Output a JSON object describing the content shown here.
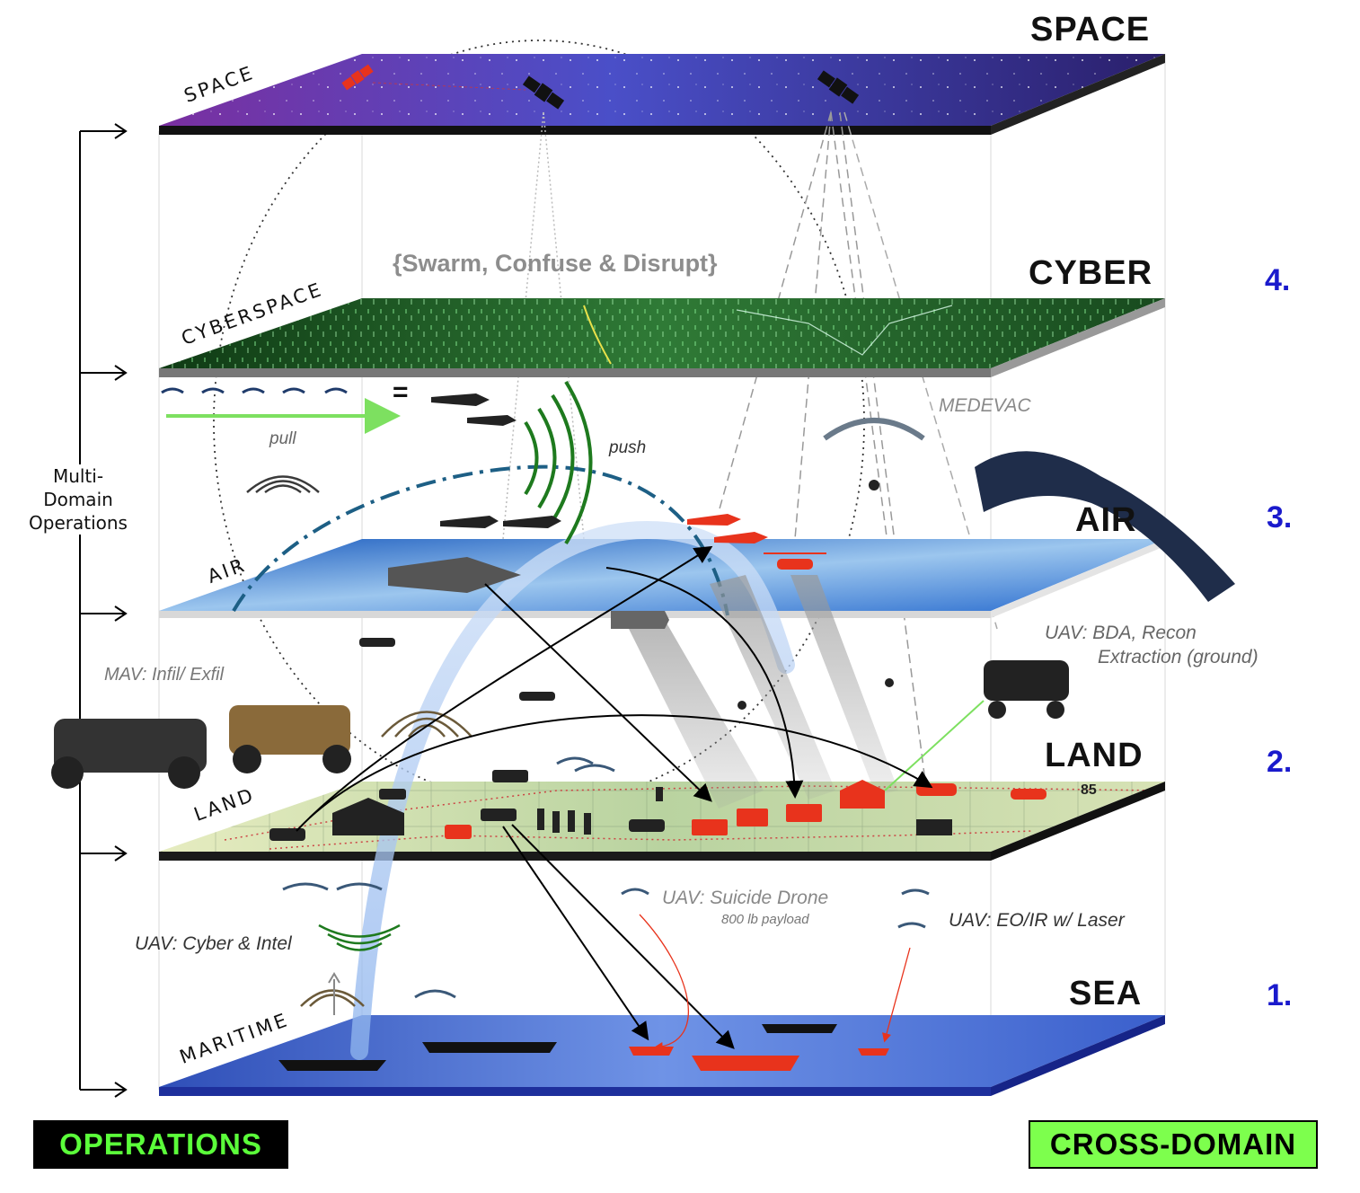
{
  "domains": {
    "space": {
      "title": "SPACE",
      "plane_label": "SPACE",
      "number": ""
    },
    "cyber": {
      "title": "CYBER",
      "plane_label": "CYBERSPACE",
      "number": "4."
    },
    "air": {
      "title": "AIR",
      "plane_label": "AIR",
      "number": "3."
    },
    "land": {
      "title": "LAND",
      "plane_label": "LAND",
      "number": "2."
    },
    "sea": {
      "title": "SEA",
      "plane_label": "MARITIME",
      "number": "1."
    }
  },
  "left_bracket_label": [
    "Multi-",
    "Domain",
    "Operations"
  ],
  "callouts": {
    "swarm": "{Swarm, Confuse & Disrupt}",
    "pull": "pull",
    "push": "push",
    "medevac": "MEDEVAC",
    "uav_bda": "UAV: BDA, Recon",
    "uav_bda_2": "Extraction (ground)",
    "mav": "MAV: Infil/ Exfil",
    "uav_suicide": "UAV: Suicide Drone",
    "uav_suicide_payload": "800 lb payload",
    "uav_eoir": "UAV: EO/IR w/ Laser",
    "uav_cyber": "UAV: Cyber & Intel",
    "equals": "=",
    "map_number": "85"
  },
  "badges": {
    "operations": "OPERATIONS",
    "cross_domain": "CROSS-DOMAIN"
  },
  "colors": {
    "domain_number": "#1a1acc",
    "operations_badge_bg": "#000000",
    "operations_badge_text": "#5bff3a",
    "cross_domain_bg": "#7dff4d",
    "enemy_red": "#e8331c",
    "pull_arrow": "#7de060",
    "space_plane": "#4b3aa8",
    "cyber_plane": "#1f5a24",
    "air_plane": "#3f86d6",
    "land_plane": "#c9d6a0",
    "sea_plane": "#3557c0"
  },
  "icons": [
    "satellite-icon",
    "jet-icon",
    "helicopter-icon",
    "drone-icon",
    "parafoil-icon",
    "tank-icon",
    "truck-icon",
    "ship-icon",
    "building-icon",
    "soldier-icon",
    "buggy-icon",
    "signal-wave-icon"
  ]
}
